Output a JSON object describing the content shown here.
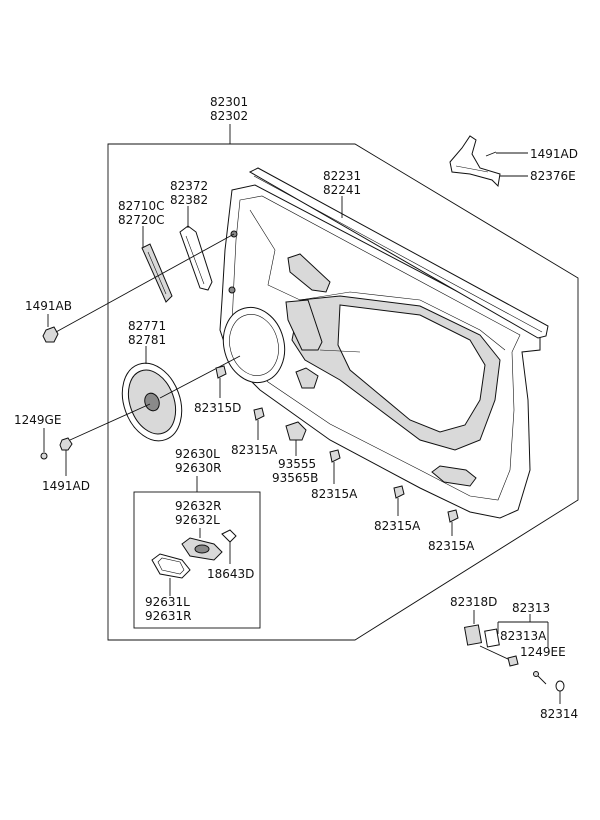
{
  "labels": {
    "l82301": "82301",
    "l82302": "82302",
    "l1491AD_top": "1491AD",
    "l82376E": "82376E",
    "l82231": "82231",
    "l82241": "82241",
    "l82372": "82372",
    "l82382": "82382",
    "l82710C": "82710C",
    "l82720C": "82720C",
    "l1491AB": "1491AB",
    "l82771": "82771",
    "l82781": "82781",
    "l82315D": "82315D",
    "l1249GE": "1249GE",
    "l82315A_1": "82315A",
    "l1491AD_left": "1491AD",
    "l93555": "93555",
    "l93565B": "93565B",
    "l92630L": "92630L",
    "l92630R": "92630R",
    "l82315A_2": "82315A",
    "l92632R": "92632R",
    "l92632L": "92632L",
    "l82315A_3": "82315A",
    "l82315A_4": "82315A",
    "l18643D": "18643D",
    "l92631L": "92631L",
    "l92631R": "92631R",
    "l82318D": "82318D",
    "l82313": "82313",
    "l82313A": "82313A",
    "l1249EE": "1249EE",
    "l82314": "82314"
  }
}
